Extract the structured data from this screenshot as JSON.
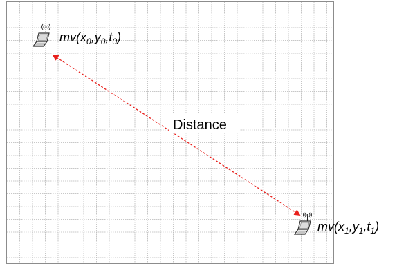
{
  "diagram": {
    "start_label": {
      "base": "mv(x",
      "sub_x": "0",
      "sep1": ",y",
      "sub_y": "0",
      "sep2": ",t",
      "sub_t": "0",
      "close": ")"
    },
    "end_label": {
      "base": "mv(x",
      "sub_x": "1",
      "sep1": ",y",
      "sub_y": "1",
      "sep2": ",t",
      "sub_t": "1",
      "close": ")"
    },
    "distance_label": "Distance",
    "start_icon": "laptop-wireless-icon",
    "end_icon": "laptop-wireless-icon",
    "colors": {
      "grid_line": "#b7b7b7",
      "border": "#8c8c8c",
      "arrow": "#e8201c",
      "text": "#000000"
    }
  }
}
